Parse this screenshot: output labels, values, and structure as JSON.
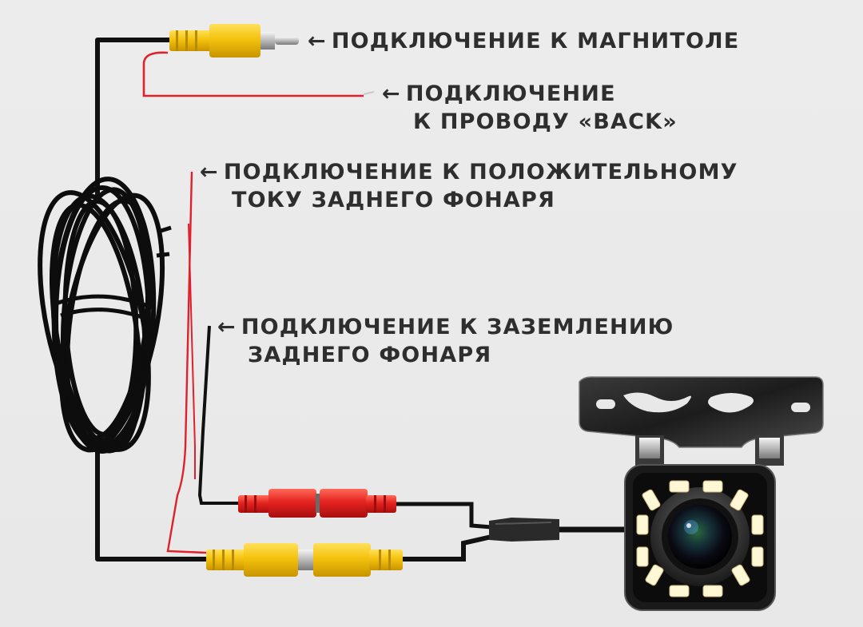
{
  "labels": {
    "head_unit": {
      "arrow": "←",
      "lines": [
        "ПОДКЛЮЧЕНИЕ К МАГНИТОЛЕ"
      ]
    },
    "back_wire": {
      "arrow": "←",
      "lines": [
        "ПОДКЛЮЧЕНИЕ",
        "К ПРОВОДУ «BACK»"
      ]
    },
    "positive": {
      "arrow": "←",
      "lines": [
        "ПОДКЛЮЧЕНИЕ К ПОЛОЖИТЕЛЬНОМУ",
        "ТОКУ ЗАДНЕГО ФОНАРЯ"
      ]
    },
    "ground": {
      "arrow": "←",
      "lines": [
        "ПОДКЛЮЧЕНИЕ К ЗАЗЕМЛЕНИЮ",
        "ЗАДНЕГО ФОНАРЯ"
      ]
    }
  },
  "colors": {
    "background": "#ebebeb",
    "cable": "#111111",
    "red_wire": "#e0202a",
    "rca_yellow": "#f4c20d",
    "power_red": "#e52320",
    "led": "#fff8d6",
    "text": "#2e2e2e"
  }
}
